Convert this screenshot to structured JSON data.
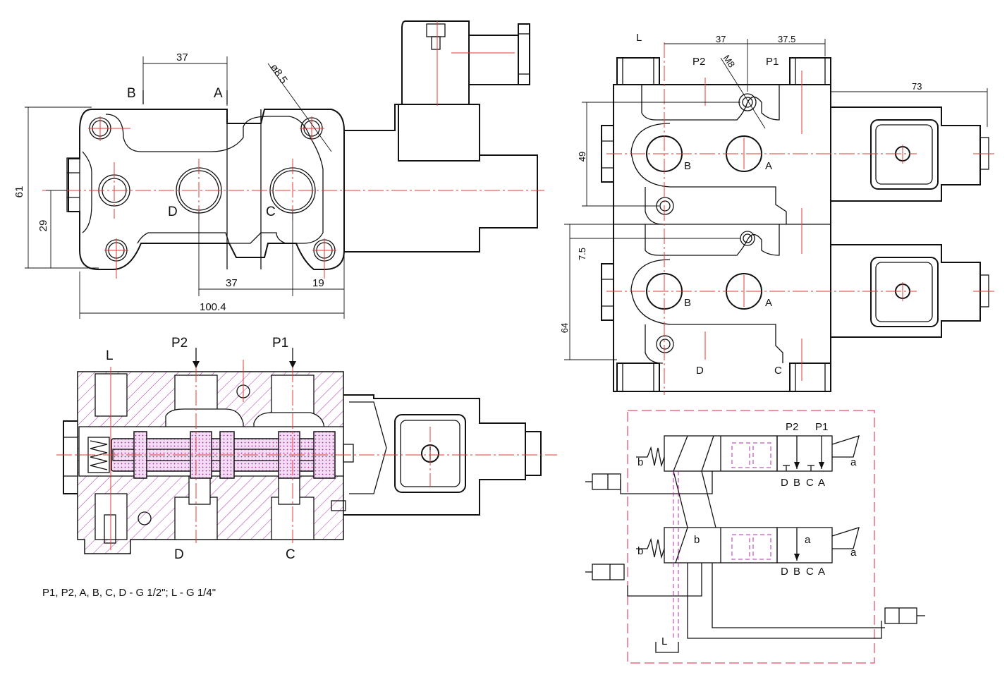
{
  "front_view": {
    "dims": {
      "top": "37",
      "hole": "ø8.5",
      "height": "61",
      "axis_height": "29",
      "bottom": "37",
      "bottom_right": "19",
      "overall": "100.4"
    },
    "ports": {
      "b": "B",
      "a": "A",
      "d": "D",
      "c": "C"
    }
  },
  "section_view": {
    "ports": {
      "l": "L",
      "p2": "P2",
      "p1": "P1",
      "d": "D",
      "c": "C"
    }
  },
  "side_view": {
    "dims": {
      "top_left": "37",
      "top_right": "37.5",
      "thread": "M8",
      "coil": "73",
      "d49": "49",
      "d7_5": "7.5",
      "d64": "64"
    },
    "ports": {
      "l": "L",
      "p2": "P2",
      "p1": "P1",
      "b1": "B",
      "a1": "A",
      "b2": "B",
      "a2": "A",
      "d": "D",
      "c": "C"
    }
  },
  "schematic": {
    "p2": "P2",
    "p1": "P1",
    "b_top": "b",
    "a_top": "a",
    "ports_top": [
      "D",
      "B",
      "C",
      "A"
    ],
    "b_bot": "b",
    "b_bot2": "b",
    "a_mid": "a",
    "a_bot": "a",
    "ports_bot": [
      "D",
      "B",
      "C",
      "A"
    ],
    "l": "L"
  },
  "note": "P1, P2, A, B, C, D - G 1/2\"; L - G 1/4\"",
  "colors": {
    "outline": "#111111",
    "centerline": "#e53935",
    "hatch": "#b030b0",
    "spool": "#e8b0e8"
  }
}
